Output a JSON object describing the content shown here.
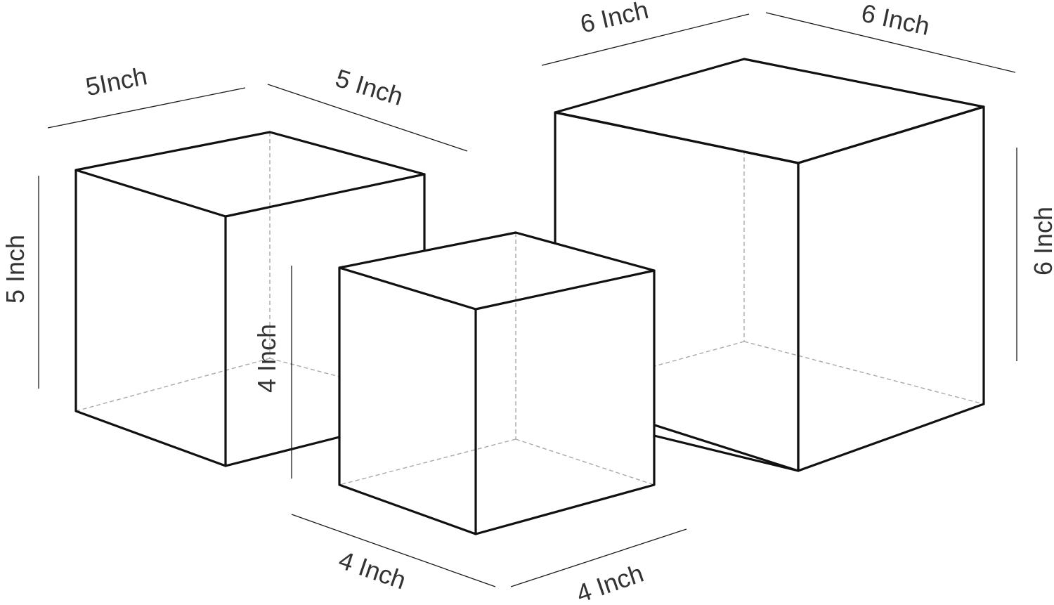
{
  "cubes": [
    {
      "name": "cube-5-inch",
      "labels": {
        "top_left": "5Inch",
        "top_right": "5 Inch",
        "height": "5 Inch"
      }
    },
    {
      "name": "cube-6-inch",
      "labels": {
        "top_left": "6 Inch",
        "top_right": "6 Inch",
        "height": "6 Inch"
      }
    },
    {
      "name": "cube-4-inch",
      "labels": {
        "bottom_left": "4 Inch",
        "bottom_right": "4 Inch",
        "height": "4 Inch"
      }
    }
  ],
  "colors": {
    "edge": "#111111",
    "hidden_edge": "#a8a8a8",
    "label": "#333333",
    "background": "#ffffff"
  }
}
